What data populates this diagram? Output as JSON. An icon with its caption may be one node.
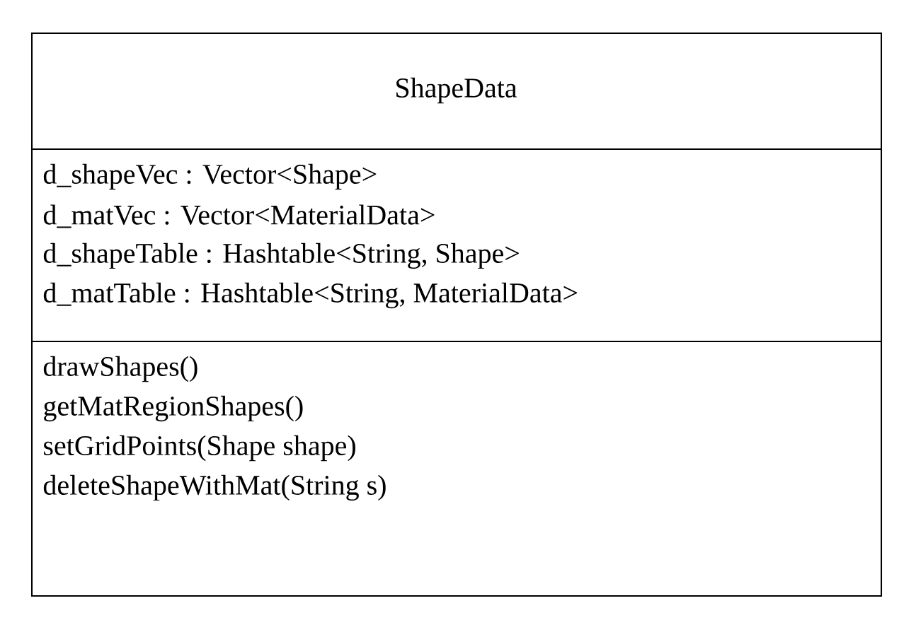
{
  "diagram": {
    "nodes": [
      {
        "text": [
          "ShapeData"
        ]
      },
      {
        "text": [
          "d_shapeVec : Vector<Shape>",
          "d_matVec : Vector<MaterialData>",
          "d_shapeTable : Hashtable<String, Shape>",
          "d_matTable : Hashtable<String, MaterialData>"
        ],
        "in": 0
      },
      {
        "text": [
          "drawShapes()",
          "getMatRegionShapes()",
          "setGridPoints(Shape shape)",
          "deleteShapeWithMat(String s)"
        ],
        "in": 0
      }
    ]
  }
}
